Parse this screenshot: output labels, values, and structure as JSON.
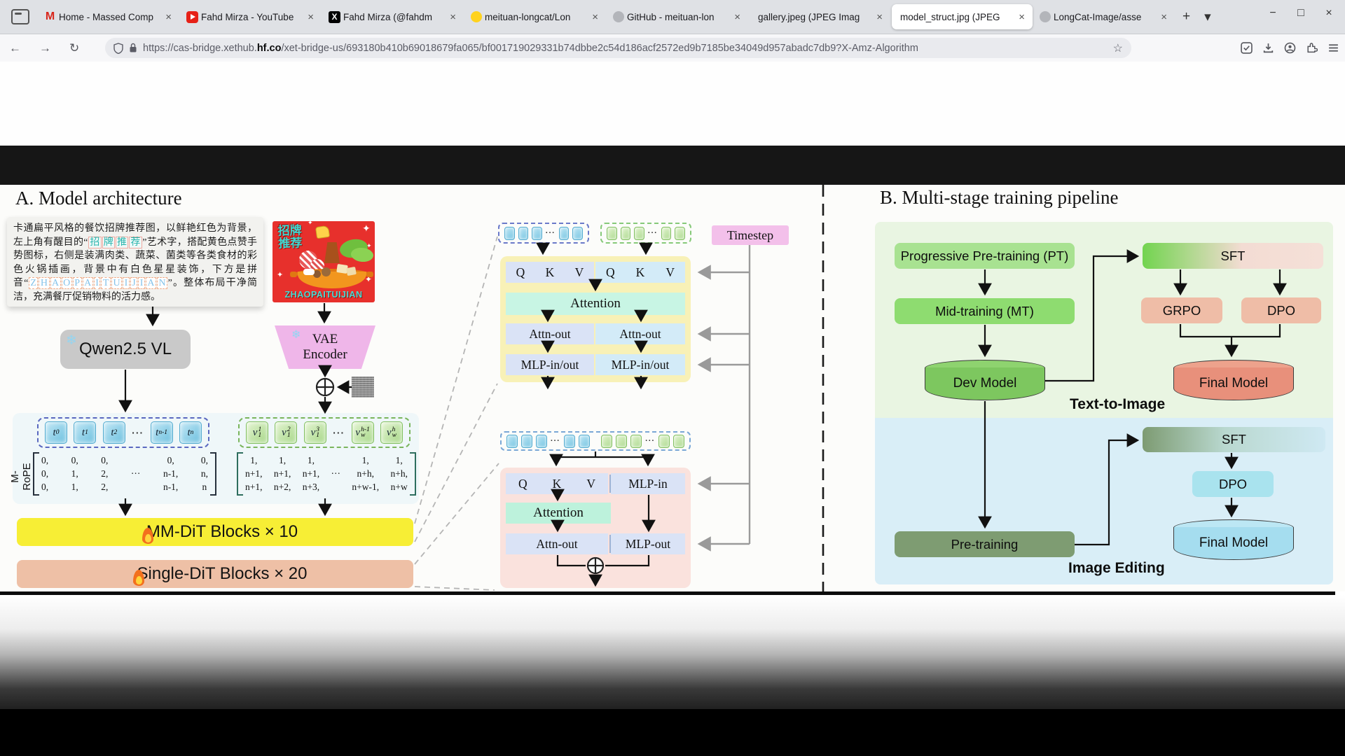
{
  "browser": {
    "window_controls": {
      "minimize": "−",
      "maximize": "□",
      "close": "×"
    },
    "tab_bar": {
      "new_tab_label": "+",
      "tab_dropdown_label": "▾",
      "tabs": [
        {
          "icon": "massed-compute",
          "title": "Home - Massed Comp",
          "active": false
        },
        {
          "icon": "youtube",
          "title": "Fahd Mirza - YouTube",
          "active": false
        },
        {
          "icon": "x",
          "title": "Fahd Mirza (@fahdm",
          "active": false
        },
        {
          "icon": "huggingface",
          "title": "meituan-longcat/Lon",
          "active": false
        },
        {
          "icon": "github",
          "title": "GitHub - meituan-lon",
          "active": false
        },
        {
          "icon": "none",
          "title": "gallery.jpeg (JPEG Imag",
          "active": false
        },
        {
          "icon": "none",
          "title": "model_struct.jpg (JPEG",
          "active": true
        },
        {
          "icon": "github",
          "title": "LongCat-Image/asse",
          "active": false
        }
      ]
    },
    "toolbar": {
      "back": "←",
      "forward": "→",
      "reload": "↻",
      "star": "☆",
      "url": {
        "prefix": "https://cas-bridge.xethub.",
        "domain": "hf.co",
        "path": "/xet-bridge-us/693180b410b69018679fa065/bf001719029331b74dbbe2c54d186acf2572ed9b7185be34049d957abadc7db9?X-Amz-Algorithm"
      }
    }
  },
  "figure": {
    "panel_a": {
      "heading": "A. Model architecture",
      "prompt_segments": [
        {
          "t": "卡通扁平风格的餐饮招牌推荐图，以鲜艳红色为背景，左上角有醒目的“"
        },
        {
          "t": "招牌推荐",
          "hl": "teal"
        },
        {
          "t": "”艺术字，搭配黄色点赞手势图标，右侧是装满肉类、蔬菜、菌类等各类食材的彩色火锅插画，背景中有白色星星装饰，下方是拼音“"
        },
        {
          "t": "ZHAOPAITUIJIAN",
          "hl": "blue"
        },
        {
          "t": "”。整体布局干净简洁，充满餐厅促销物料的活力感。"
        }
      ],
      "poster": {
        "badge_line1": "招牌",
        "badge_line2": "推荐",
        "pinyin": "ZHAOPAITUIJIAN"
      },
      "qwen_label": "Qwen2.5 VL",
      "vae_label_line1": "VAE",
      "vae_label_line2": "Encoder",
      "mrope_label": "M-RoPE",
      "text_tokens": [
        {
          "b": "t",
          "sub": "0"
        },
        {
          "b": "t",
          "sub": "1"
        },
        {
          "b": "t",
          "sub": "2"
        },
        {
          "dots": "···"
        },
        {
          "b": "t",
          "sub": "n-1"
        },
        {
          "b": "t",
          "sub": "n"
        }
      ],
      "image_tokens": [
        {
          "b": "v",
          "sup": "1",
          "sub": "1"
        },
        {
          "b": "v",
          "sup": "2",
          "sub": "1"
        },
        {
          "b": "v",
          "sup": "3",
          "sub": "1"
        },
        {
          "dots": "···"
        },
        {
          "b": "v",
          "sup": "h-1",
          "sub": "w"
        },
        {
          "b": "v",
          "sup": "h",
          "sub": "w"
        }
      ],
      "matrix_text": [
        [
          "0,",
          "0,",
          "0,",
          "",
          "0,",
          "0,"
        ],
        [
          "0,",
          "1,",
          "2,",
          "···",
          "n-1,",
          "n,"
        ],
        [
          "0,",
          "1,",
          "2,",
          "",
          "n-1,",
          "n"
        ]
      ],
      "matrix_image": [
        [
          "1,",
          "1,",
          "1,",
          "",
          "1,",
          "1,"
        ],
        [
          "n+1,",
          "n+1,",
          "n+1,",
          "···",
          "n+h,",
          "n+h,"
        ],
        [
          "n+1,",
          "n+2,",
          "n+3,",
          "",
          "n+w-1,",
          "n+w"
        ]
      ],
      "mmdit_bar": "MM-DiT Blocks × 10",
      "singledit_bar": "Single-DiT Blocks × 20",
      "mini_pattern": [
        "sq",
        "sq",
        "sq",
        "dots",
        "sq",
        "sq"
      ]
    },
    "mmdit_detail": {
      "timestep": "Timestep",
      "q": "Q",
      "k": "K",
      "v": "V",
      "attention": "Attention",
      "attn_out": "Attn-out",
      "mlp_inout": "MLP-in/out"
    },
    "singledit_detail": {
      "q": "Q",
      "k": "K",
      "v": "V",
      "mlp_in": "MLP-in",
      "attention": "Attention",
      "attn_out": "Attn-out",
      "mlp_out": "MLP-out"
    },
    "panel_b": {
      "heading": "B. Multi-stage training pipeline",
      "pt": "Progressive Pre-training (PT)",
      "mt": "Mid-training (MT)",
      "dev_model": "Dev Model",
      "sft_t2i": "SFT",
      "grpo": "GRPO",
      "dpo_t2i": "DPO",
      "final_t2i": "Final Model",
      "t2i_label": "Text-to-Image",
      "pretraining": "Pre-training",
      "sft_edit": "SFT",
      "dpo_edit": "DPO",
      "final_edit": "Final Model",
      "editing_label": "Image Editing"
    },
    "colors": {
      "mmdit_yellow": "#f7ee35",
      "singledit_salmon": "#eec0a6",
      "t2i_panel_green": "#e9f5e2",
      "editing_panel_blue": "#d9eef7",
      "poster_red": "#e7302c",
      "badge_cyan": "#3fd9d2",
      "stage_green": "#8edc70",
      "stage_salmon": "#efbda7",
      "timestep_pink": "#f3c0ea"
    }
  }
}
